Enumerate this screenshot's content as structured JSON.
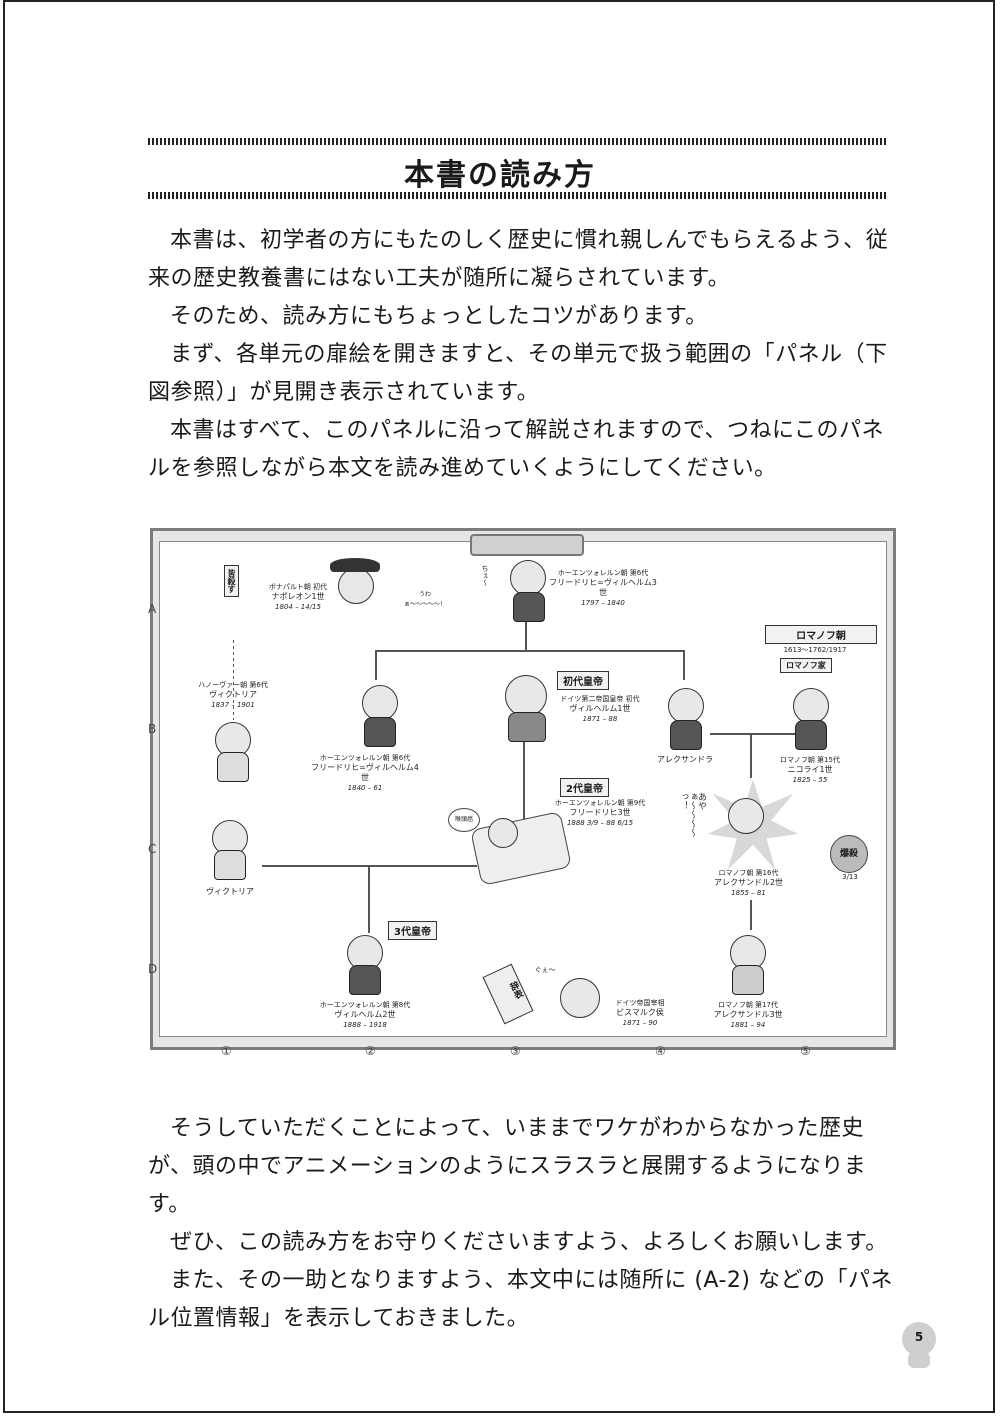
{
  "page": {
    "title": "本書の読み方",
    "page_number": "5"
  },
  "intro": [
    "本書は、初学者の方にもたのしく歴史に慣れ親しんでもらえるよう、従来の歴史教養書にはない工夫が随所に凝らされています。",
    "そのため、読み方にもちょっとしたコツがあります。",
    "まず、各単元の扉絵を開きますと、その単元で扱う範囲の「パネル（下図参照）」が見開き表示されています。",
    "本書はすべて、このパネルに沿って解説されますので、つねにこのパネルを参照しながら本文を読み進めていくようにしてください。"
  ],
  "outro": [
    "そうしていただくことによって、いままでワケがわからなかった歴史が、頭の中でアニメーションのようにスラスラと展開するようになります。",
    "ぜひ、この読み方をお守りくださいますよう、よろしくお願いします。",
    "また、その一助となりますよう、本文中には随所に (A-2) などの「パネル位置情報」を表示しておきました。"
  ],
  "panel": {
    "rows": [
      "A",
      "B",
      "C",
      "D"
    ],
    "cols": [
      "①",
      "②",
      "③",
      "④",
      "⑤"
    ],
    "tags": {
      "first_emperor": "初代皇帝",
      "second_emperor": "2代皇帝",
      "third_emperor": "3代皇帝",
      "romanov": "ロマノフ朝",
      "romanov_house": "ロマノフ家",
      "romanov_years": "1613～1762/1917",
      "bombing": "爆殺",
      "bombing_date": "3/13",
      "enmity": "皆殺す",
      "letter": "辞表"
    },
    "people": {
      "napoleon": {
        "house": "ボナパルト朝 初代",
        "name": "ナポレオン1世",
        "years": "1804 – 14/15"
      },
      "fw3": {
        "house": "ホーエンツォレルン朝 第6代",
        "name": "フリードリヒ=ヴィルヘルム3世",
        "years": "1797 – 1840"
      },
      "victoria_b": {
        "house": "ハノーヴァー朝 第6代",
        "name": "ヴィクトリア",
        "years": "1837 – 1901"
      },
      "fw4": {
        "house": "ホーエンツォレルン朝 第6代",
        "name": "フリードリヒ=ヴィルヘルム4世",
        "years": "1840 – 61"
      },
      "wilhelm1": {
        "house": "ドイツ第二帝国皇帝 初代",
        "name": "ヴィルヘルム1世",
        "years": "1871 – 88"
      },
      "alexandra": {
        "name": "アレクサンドラ"
      },
      "nicholas1": {
        "house": "ロマノフ朝 第15代",
        "name": "ニコライ1世",
        "years": "1825 – 55"
      },
      "friedrich3": {
        "house": "ホーエンツォレルン朝 第9代",
        "name": "フリードリヒ3世",
        "years": "1888 3/9 – 88 6/15"
      },
      "alexander2": {
        "house": "ロマノフ朝 第16代",
        "name": "アレクサンドル2世",
        "years": "1855 – 81"
      },
      "victoria_c": {
        "name": "ヴィクトリア"
      },
      "wilhelm2": {
        "house": "ホーエンツォレルン朝 第8代",
        "name": "ヴィルヘルム2世",
        "years": "1888 – 1918"
      },
      "bismarck": {
        "house": "ドイツ帝国宰相",
        "name": "ビスマルク侯",
        "years": "1871 – 90"
      },
      "alexander3": {
        "house": "ロマノフ朝 第17代",
        "name": "アレクサンドル3世",
        "years": "1881 – 94"
      }
    },
    "speech": {
      "napoleon": "うわぁ〜〜〜〜〜！",
      "alexander2": "あやぁ〜〜〜〜っ！",
      "bismarck": "ぐぇ〜",
      "fw3": "ちぇ〜",
      "sick": "喉頭癌"
    }
  }
}
